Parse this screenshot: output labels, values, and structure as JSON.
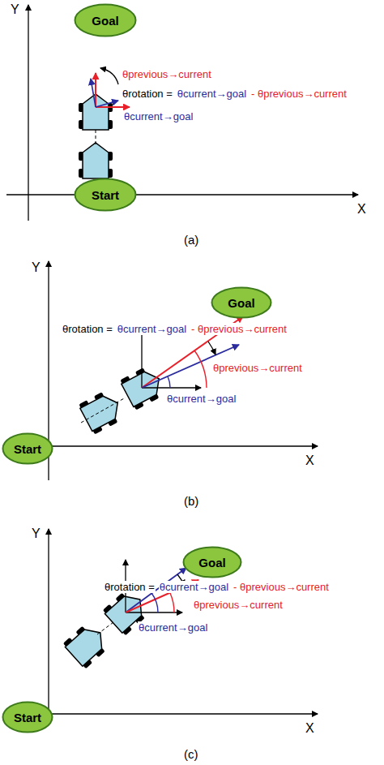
{
  "diagram": {
    "nodes": [
      {
        "text": [
          "Goal"
        ]
      },
      {
        "text": [
          "Start"
        ]
      },
      {
        "text": [
          "Goal"
        ]
      },
      {
        "text": [
          "Start"
        ]
      },
      {
        "text": [
          "Goal"
        ]
      },
      {
        "text": [
          "Start"
        ]
      }
    ],
    "labels": [
      "Y",
      "θprevious→current",
      "θrotation =",
      "θcurrent→goal",
      "- θprevious→current",
      "θcurrent→goal",
      "X",
      "(a)",
      "Y",
      "θrotation =",
      "θcurrent→goal",
      "- θprevious→current",
      "θprevious→current",
      "θcurrent→goal",
      "X",
      "(b)",
      "Y",
      "θrotation =",
      "θcurrent→goal",
      "- θprevious→current",
      "θprevious→current",
      "θcurrent→goal",
      "X",
      "(c)"
    ]
  }
}
